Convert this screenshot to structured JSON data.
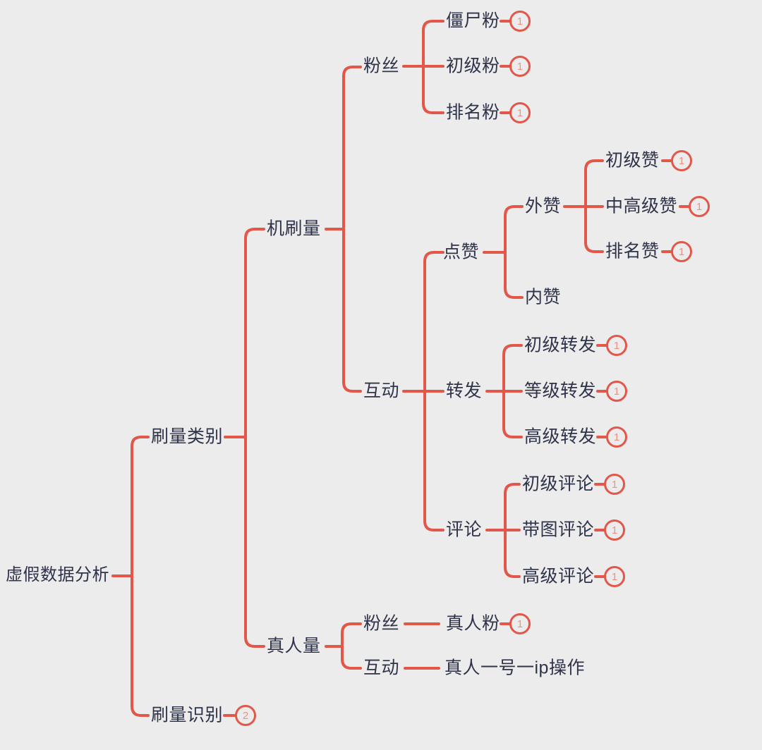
{
  "colors": {
    "background": "#ECECEC",
    "line": "#E2574A",
    "text": "#2F3349",
    "badge_number": "#EE9184"
  },
  "tree": {
    "label": "虚假数据分析",
    "children": [
      {
        "label": "刷量类别",
        "children": [
          {
            "label": "机刷量",
            "children": [
              {
                "label": "粉丝",
                "children": [
                  {
                    "label": "僵尸粉",
                    "badge": "1"
                  },
                  {
                    "label": "初级粉",
                    "badge": "1"
                  },
                  {
                    "label": "排名粉",
                    "badge": "1"
                  }
                ]
              },
              {
                "label": "互动",
                "children": [
                  {
                    "label": "点赞",
                    "children": [
                      {
                        "label": "外赞",
                        "children": [
                          {
                            "label": "初级赞",
                            "badge": "1"
                          },
                          {
                            "label": "中高级赞",
                            "badge": "1"
                          },
                          {
                            "label": "排名赞",
                            "badge": "1"
                          }
                        ]
                      },
                      {
                        "label": "内赞"
                      }
                    ]
                  },
                  {
                    "label": "转发",
                    "children": [
                      {
                        "label": "初级转发",
                        "badge": "1"
                      },
                      {
                        "label": "等级转发",
                        "badge": "1"
                      },
                      {
                        "label": "高级转发",
                        "badge": "1"
                      }
                    ]
                  },
                  {
                    "label": "评论",
                    "children": [
                      {
                        "label": "初级评论",
                        "badge": "1"
                      },
                      {
                        "label": "带图评论",
                        "badge": "1"
                      },
                      {
                        "label": "高级评论",
                        "badge": "1"
                      }
                    ]
                  }
                ]
              }
            ]
          },
          {
            "label": "真人量",
            "children": [
              {
                "label": "粉丝",
                "children": [
                  {
                    "label": "真人粉",
                    "badge": "1"
                  }
                ]
              },
              {
                "label": "互动",
                "children": [
                  {
                    "label": "真人一号一ip操作"
                  }
                ]
              }
            ]
          }
        ]
      },
      {
        "label": "刷量识别",
        "badge": "2"
      }
    ]
  }
}
